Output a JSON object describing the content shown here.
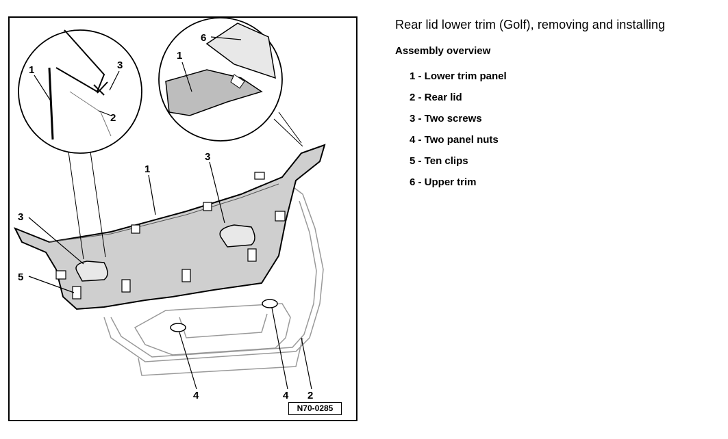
{
  "title": "Rear lid lower trim (Golf), removing and installing",
  "subtitle": "Assembly overview",
  "legend": [
    "1 - Lower trim panel",
    "2 - Rear lid",
    "3 - Two screws",
    "4 - Two panel nuts",
    "5 - Ten clips",
    "6 - Upper trim"
  ],
  "figure": {
    "code": "N70-0285",
    "callouts": {
      "c1_detail_left": "1",
      "c3_detail_left": "3",
      "c2_detail_left": "2",
      "c6_detail_right": "6",
      "c1_detail_right": "1",
      "c1_main": "1",
      "c3_main_center": "3",
      "c3_main_left": "3",
      "c5_main": "5",
      "c4_left": "4",
      "c4_right": "4",
      "c2_main": "2"
    }
  }
}
